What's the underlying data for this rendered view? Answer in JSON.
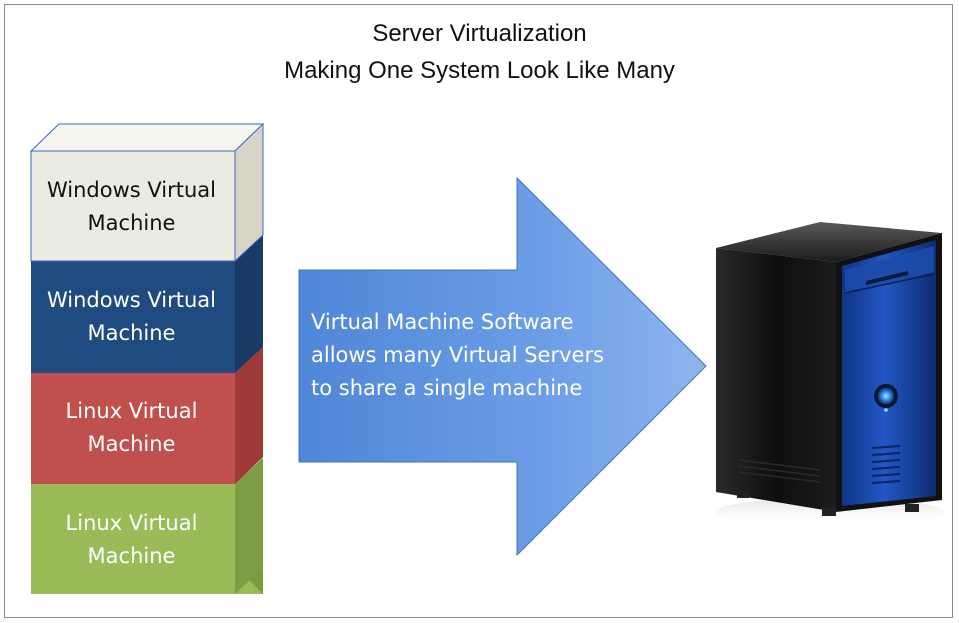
{
  "title": {
    "line1": "Server Virtualization",
    "line2": "Making One System Look Like Many"
  },
  "stack": [
    {
      "label": "Windows Virtual Machine",
      "color": "#ecebe1",
      "text_color": "#111111"
    },
    {
      "label": "Windows Virtual Machine",
      "color": "#1f4b80",
      "text_color": "#ffffff"
    },
    {
      "label": "Linux Virtual Machine",
      "color": "#c0504d",
      "text_color": "#ffffff"
    },
    {
      "label": "Linux Virtual Machine",
      "color": "#9bbb59",
      "text_color": "#ffffff"
    }
  ],
  "arrow": {
    "text": "Virtual Machine Software allows many Virtual Servers to share a single machine",
    "color": "#5b8fdc"
  },
  "server": {
    "icon": "server-tower-icon",
    "accent_color": "#1f52b8"
  }
}
